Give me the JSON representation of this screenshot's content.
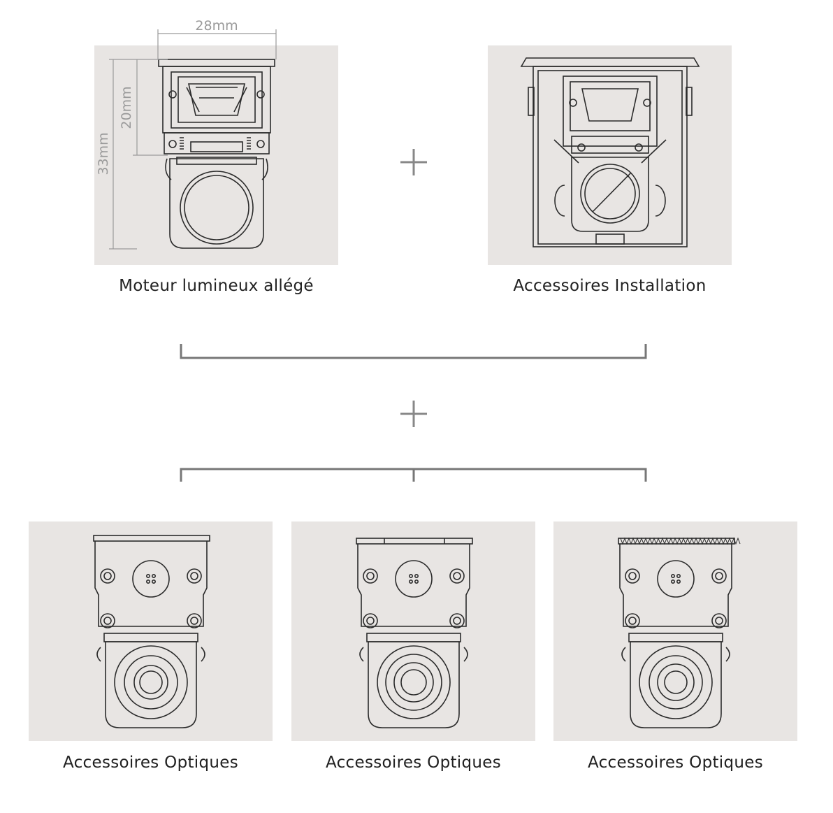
{
  "dimensions": {
    "width_label": "28mm",
    "height_small_label": "20mm",
    "height_large_label": "33mm"
  },
  "captions": {
    "engine": "Moteur lumineux allégé",
    "installation": "Accessoires Installation",
    "optics_1": "Accessoires Optiques",
    "optics_2": "Accessoires Optiques",
    "optics_3": "Accessoires Optiques"
  },
  "colors": {
    "panel_background": "#e8e5e3",
    "line_art": "#2b2b2b",
    "bracket": "#777777",
    "dimension": "#9a9a9a"
  },
  "icons": {
    "plus_top": "plus-icon",
    "plus_middle": "plus-icon"
  }
}
